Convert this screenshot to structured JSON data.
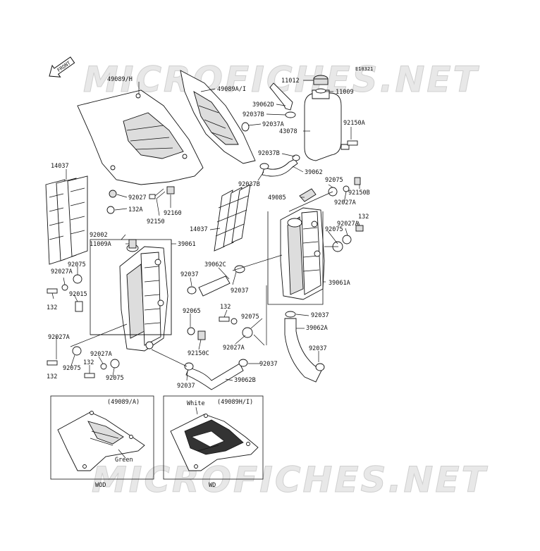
{
  "diagram_code": "E10321",
  "watermark_text": "MICROFICHES.NET",
  "front_arrow": {
    "label": "FRONT",
    "icon": "front-arrow-icon"
  },
  "callouts": [
    {
      "id": "c1",
      "text": "49089/H"
    },
    {
      "id": "c2",
      "text": "49089A/I"
    },
    {
      "id": "c3",
      "text": "11012"
    },
    {
      "id": "c4",
      "text": "11009"
    },
    {
      "id": "c5",
      "text": "39062D"
    },
    {
      "id": "c6",
      "text": "92037B"
    },
    {
      "id": "c7",
      "text": "92037A"
    },
    {
      "id": "c8",
      "text": "43078"
    },
    {
      "id": "c9",
      "text": "92150A"
    },
    {
      "id": "c10",
      "text": "92037B"
    },
    {
      "id": "c11",
      "text": "39062"
    },
    {
      "id": "c12",
      "text": "92037B"
    },
    {
      "id": "c13",
      "text": "14037"
    },
    {
      "id": "c14",
      "text": "92027"
    },
    {
      "id": "c15",
      "text": "132A"
    },
    {
      "id": "c16",
      "text": "92160"
    },
    {
      "id": "c17",
      "text": "92150"
    },
    {
      "id": "c18",
      "text": "92075"
    },
    {
      "id": "c19",
      "text": "92150B"
    },
    {
      "id": "c20",
      "text": "49085"
    },
    {
      "id": "c21",
      "text": "92027A"
    },
    {
      "id": "c22",
      "text": "132"
    },
    {
      "id": "c23",
      "text": "92027A"
    },
    {
      "id": "c24",
      "text": "92075"
    },
    {
      "id": "c25",
      "text": "14037"
    },
    {
      "id": "c26",
      "text": "92002"
    },
    {
      "id": "c27",
      "text": "11009A"
    },
    {
      "id": "c28",
      "text": "39061"
    },
    {
      "id": "c29",
      "text": "92075"
    },
    {
      "id": "c30",
      "text": "92027A"
    },
    {
      "id": "c31",
      "text": "92015"
    },
    {
      "id": "c32",
      "text": "132"
    },
    {
      "id": "c33",
      "text": "92037"
    },
    {
      "id": "c34",
      "text": "39062C"
    },
    {
      "id": "c35",
      "text": "92037"
    },
    {
      "id": "c36",
      "text": "39061A"
    },
    {
      "id": "c37",
      "text": "92065"
    },
    {
      "id": "c38",
      "text": "132"
    },
    {
      "id": "c39",
      "text": "92075"
    },
    {
      "id": "c40",
      "text": "92037"
    },
    {
      "id": "c41",
      "text": "39062A"
    },
    {
      "id": "c42",
      "text": "92027A"
    },
    {
      "id": "c43",
      "text": "92150C"
    },
    {
      "id": "c44",
      "text": "92027A"
    },
    {
      "id": "c45",
      "text": "92027A"
    },
    {
      "id": "c46",
      "text": "132"
    },
    {
      "id": "c47",
      "text": "92075"
    },
    {
      "id": "c48",
      "text": "132"
    },
    {
      "id": "c49",
      "text": "92075"
    },
    {
      "id": "c50",
      "text": "92037"
    },
    {
      "id": "c51",
      "text": "92037"
    },
    {
      "id": "c52",
      "text": "39062B"
    },
    {
      "id": "c53",
      "text": "92037"
    }
  ],
  "insets": [
    {
      "title": "(49089/A)",
      "note": "Green",
      "footer": "WOD"
    },
    {
      "title": "(49089H/I)",
      "note": "White",
      "footer": "WD"
    }
  ]
}
